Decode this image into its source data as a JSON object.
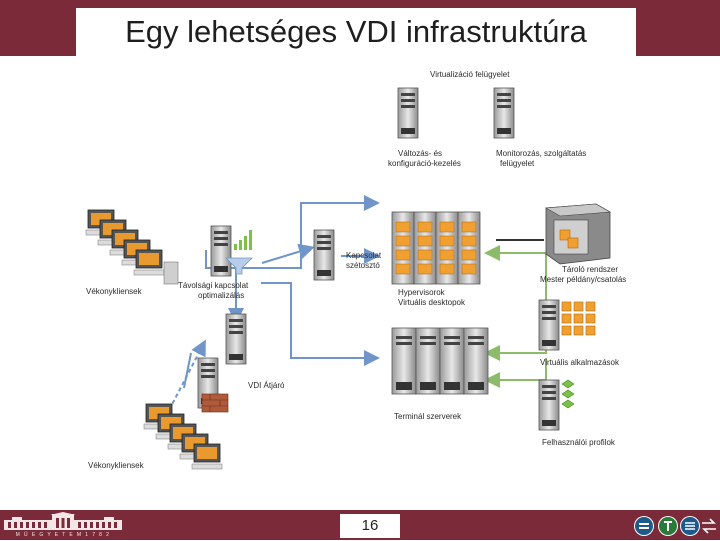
{
  "slide": {
    "title": "Egy lehetséges VDI infrastruktúra",
    "page_number": "16"
  },
  "footer": {
    "logo_text": "M Ű E G Y E T E M   1 7 8 2"
  },
  "diagram": {
    "labels": {
      "virtualization_monitoring": "Virtualizáció felügyelet",
      "change_config_1": "Változás- és",
      "change_config_2": "konfiguráció-kezelés",
      "monitoring_1": "Monitorozás, szolgáltatás",
      "monitoring_2": "felügyelet",
      "thin_clients_top": "Vékonykliensek",
      "remote_opt_1": "Távolsági kapcsolat",
      "remote_opt_2": "optimalizálás",
      "broker_1": "Kapcsolat",
      "broker_2": "szétosztó",
      "hypervisors_1": "Hypervisorok",
      "hypervisors_2": "Virtuális desktopok",
      "storage_1": "Tároló rendszer",
      "storage_2": "Mester példány/csatolás",
      "vdi_gateway": "VDI Átjáró",
      "virtual_apps": "Virtuális alkalmazások",
      "terminal_servers": "Terminál szerverek",
      "thin_clients_bottom": "Vékonykliensek",
      "user_profiles": "Felhasználói profilok"
    }
  },
  "colors": {
    "bar": "#7b2a3a",
    "blue_arrow": "#6f95c9",
    "green_arrow": "#8cbc6a",
    "server_dark": "#6d6d6d",
    "server_light": "#d4d4d4",
    "orange_block": "#f0a030",
    "green_block": "#7cc04a",
    "firewall": "#b05a3c"
  }
}
